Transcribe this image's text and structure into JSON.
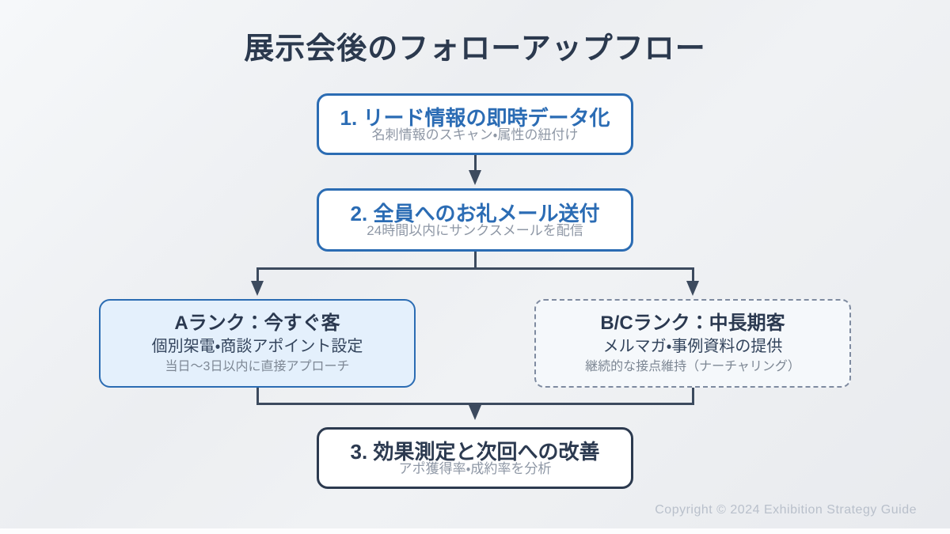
{
  "page": {
    "title": "展示会後のフォローアップフロー"
  },
  "flow": {
    "step1": {
      "title": "1. リード情報の即時データ化",
      "subtitle": "名刺情報のスキャン・属性の紐付け"
    },
    "step2": {
      "title": "2. 全員へのお礼メール送付",
      "subtitle": "24時間以内にサンクスメールを配信"
    },
    "branch_a": {
      "title": "Aランク：今すぐ客",
      "line2": "個別架電・商談アポイント設定",
      "line3": "当日〜3日以内に直接アプローチ"
    },
    "branch_bc": {
      "title": "B/Cランク：中長期客",
      "line2": "メルマガ・事例資料の提供",
      "line3": "継続的な接点維持（ナーチャリング）"
    },
    "step3": {
      "title": "3. 効果測定と次回への改善",
      "subtitle": "アポ獲得率・成約率を分析"
    }
  },
  "footer": {
    "copyright": "Copyright © 2024 Exhibition Strategy Guide"
  },
  "colors": {
    "accent_blue": "#2b6cb3",
    "dark_navy": "#2c3a4f",
    "connector": "#3c4a5e",
    "muted_gray": "#8e97a5",
    "light_blue_fill": "#e4f0fc",
    "dashed_border": "#7f8ba0"
  }
}
